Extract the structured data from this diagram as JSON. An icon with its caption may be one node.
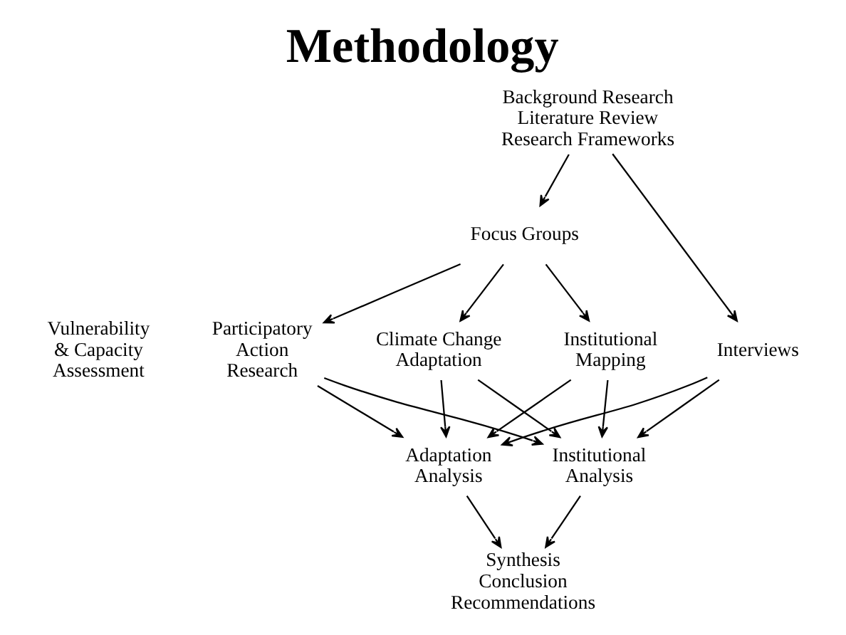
{
  "diagram": {
    "title": "Methodology",
    "nodes": [
      {
        "text": [
          "Background Research",
          "Literature Review",
          "Research Frameworks"
        ]
      },
      {
        "text": [
          "Focus Groups"
        ]
      },
      {
        "text": [
          "Interviews"
        ]
      },
      {
        "text": [
          "Participatory Action Research"
        ]
      },
      {
        "text": [
          "Climate Change Adaptation"
        ]
      },
      {
        "text": [
          "Institutional Mapping"
        ]
      },
      {
        "text": [
          "Adaptation Analysis"
        ]
      },
      {
        "text": [
          "Institutional Analysis"
        ]
      },
      {
        "text": [
          "Synthesis",
          "Conclusion",
          "Recommendations"
        ]
      }
    ],
    "edges": [
      {
        "from": 0,
        "to": 1,
        "arrow": "to"
      },
      {
        "from": 0,
        "to": 2,
        "arrow": "to"
      },
      {
        "from": 1,
        "to": 3,
        "arrow": "to"
      },
      {
        "from": 1,
        "to": 4,
        "arrow": "to"
      },
      {
        "from": 1,
        "to": 5,
        "arrow": "to"
      },
      {
        "from": 3,
        "to": 6,
        "arrow": "to"
      },
      {
        "from": 4,
        "to": 6,
        "arrow": "to"
      },
      {
        "from": 5,
        "to": 6,
        "arrow": "to"
      },
      {
        "from": 2,
        "to": 6,
        "arrow": "to"
      },
      {
        "from": 3,
        "to": 7,
        "arrow": "to"
      },
      {
        "from": 4,
        "to": 7,
        "arrow": "to"
      },
      {
        "from": 5,
        "to": 7,
        "arrow": "to"
      },
      {
        "from": 2,
        "to": 7,
        "arrow": "to"
      },
      {
        "from": 6,
        "to": 8,
        "arrow": "to"
      },
      {
        "from": 7,
        "to": 8,
        "arrow": "to"
      }
    ],
    "labels": [
      "Vulnerability & Capacity Assessment"
    ]
  }
}
